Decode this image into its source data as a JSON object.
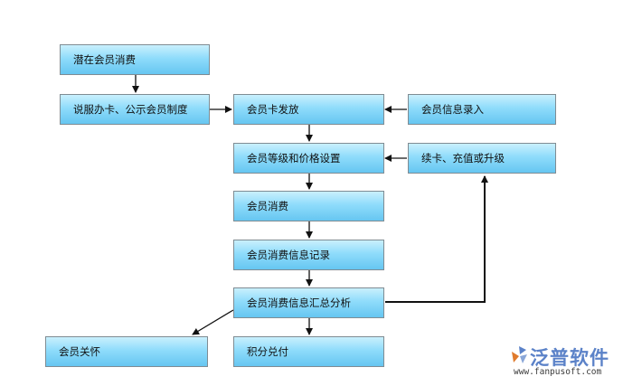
{
  "nodes": {
    "potential": "潜在会员消费",
    "persuade": "说服办卡、公示会员制度",
    "card_issue": "会员卡发放",
    "info_entry": "会员信息录入",
    "level_setting": "会员等级和价格设置",
    "renew": "续卡、充值或升级",
    "consume": "会员消费",
    "record": "会员消费信息记录",
    "summary": "会员消费信息汇总分析",
    "care": "会员关怀",
    "points": "积分兑付"
  },
  "logo": {
    "name": "泛普软件",
    "url": "www.fanpusoft.com"
  },
  "colors": {
    "box_border": "#7f8c93",
    "box_fill_top": "#c9f0fd",
    "box_fill_bottom": "#66c6f1",
    "arrow": "#111111",
    "logo_blue": "#5b82c8"
  }
}
